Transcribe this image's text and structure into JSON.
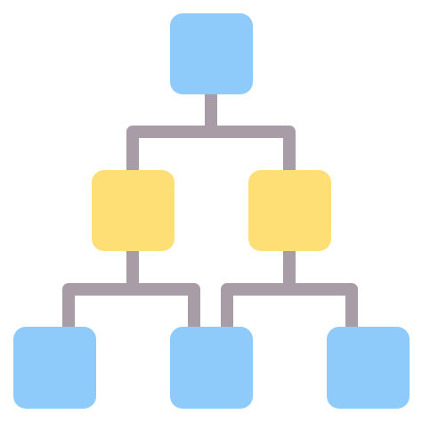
{
  "diagram": {
    "icon": "hierarchy-org-chart-icon",
    "colors": {
      "connector": "#A89DA6",
      "top_node": "#8ECBFB",
      "middle_node": "#FEDF76",
      "bottom_node": "#8ECBFB"
    },
    "levels": [
      {
        "level": "top",
        "nodes": 1
      },
      {
        "level": "middle",
        "nodes": 2
      },
      {
        "level": "bottom",
        "nodes": 3
      }
    ]
  }
}
